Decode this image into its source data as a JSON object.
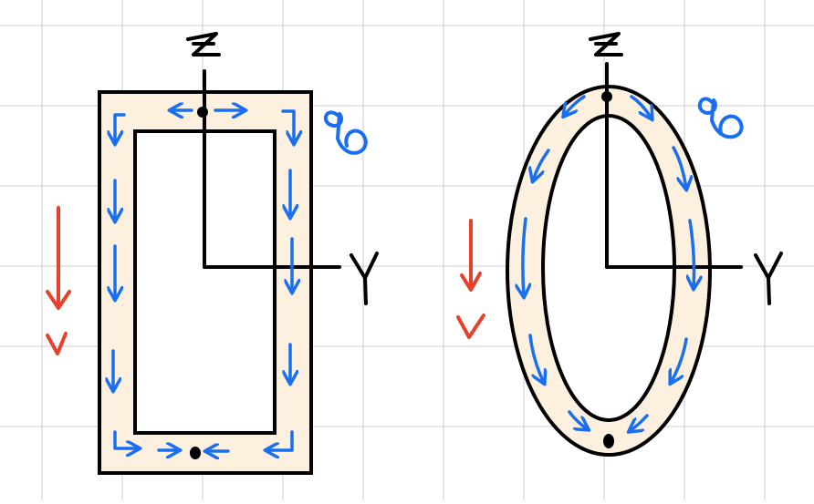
{
  "colors": {
    "grid": "#cccccc",
    "section_fill": "#fdf0df",
    "outline": "#000000",
    "shear_flow": "#1a6ff0",
    "load": "#e8402a"
  },
  "left_section": {
    "shape": "rectangular thin-walled tube",
    "z_label": "z",
    "y_label": "Y",
    "q_label": "q",
    "v_label": "v",
    "load_arrow": "down-arrow",
    "flow_icon": "shear-flow-arrow"
  },
  "right_section": {
    "shape": "elliptical thin-walled tube",
    "z_label": "z",
    "y_label": "Y",
    "q_label": "q",
    "v_label": "v",
    "load_arrow": "down-arrow",
    "flow_icon": "shear-flow-arrow"
  }
}
